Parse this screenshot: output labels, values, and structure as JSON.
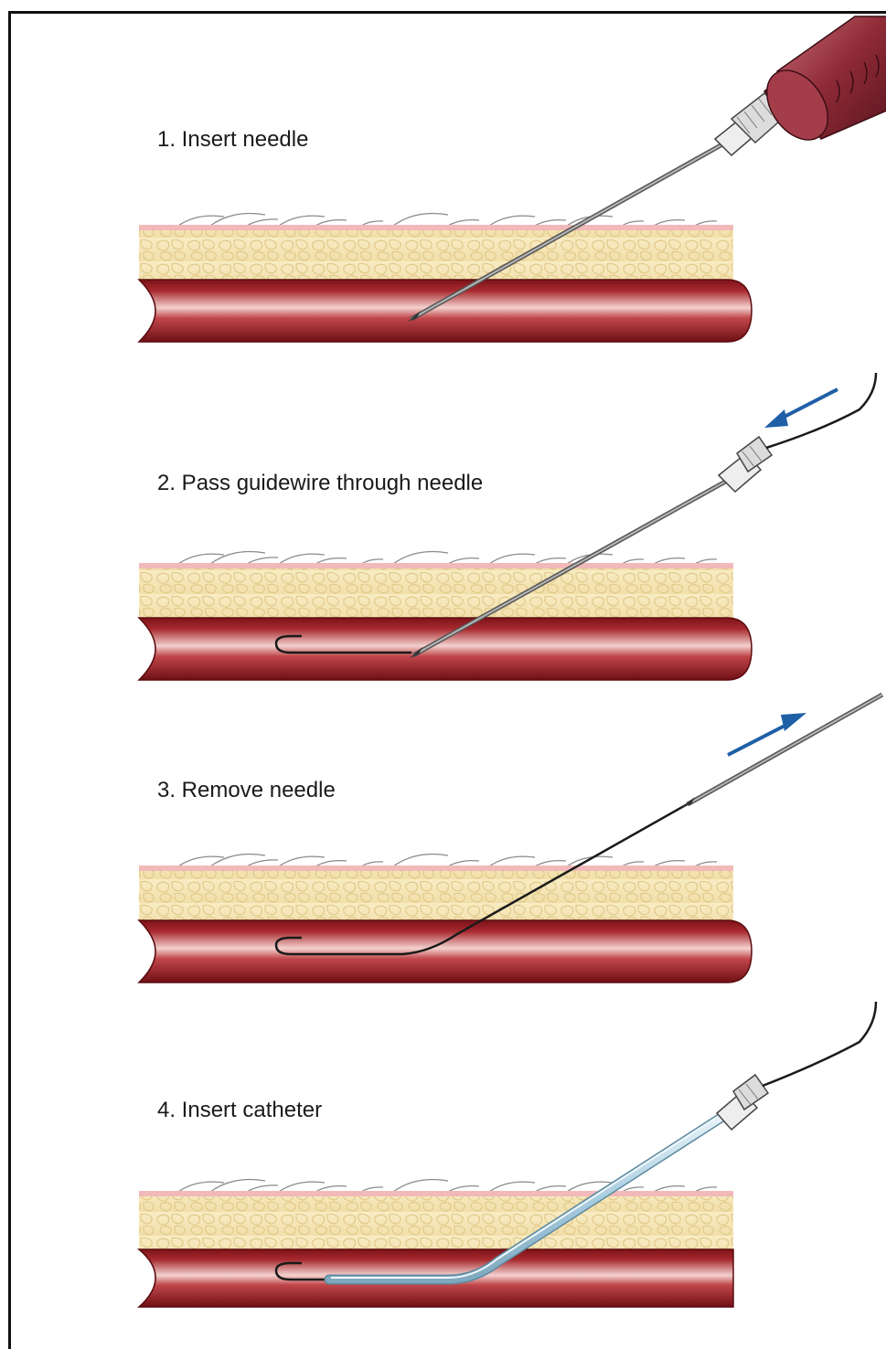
{
  "steps": [
    {
      "label": "1. Insert needle",
      "instrument": "syringe-with-needle",
      "guidewire": false,
      "catheter": false,
      "arrow": "none"
    },
    {
      "label": "2. Pass guidewire through needle",
      "instrument": "needle-hub",
      "guidewire": true,
      "catheter": false,
      "arrow": "toward-vessel"
    },
    {
      "label": "3. Remove needle",
      "instrument": "needle-withdrawn",
      "guidewire": true,
      "catheter": false,
      "arrow": "away-from-vessel"
    },
    {
      "label": "4. Insert catheter",
      "instrument": "catheter-hub",
      "guidewire": true,
      "catheter": true,
      "arrow": "none"
    }
  ],
  "colors": {
    "vessel": "#9b1c22",
    "vessel_highlight": "#f1c7c4",
    "skin_surface": "#f2b9b9",
    "fat_tissue": "#f5e6b8",
    "needle": "#7a7a7a",
    "guidewire": "#1a1a1a",
    "catheter": "#b7d6e6",
    "arrow": "#1f5fa6",
    "syringe": "#8e2a36"
  }
}
